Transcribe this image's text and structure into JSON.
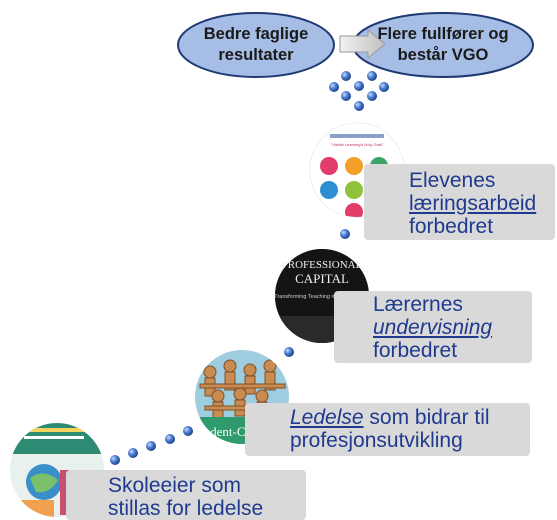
{
  "outcomes": {
    "left": "Bedre faglige resultater",
    "right": "Flere fullfører og består VGO"
  },
  "steps": [
    {
      "id": "step-1",
      "line1": "Skoleeier som",
      "line2": "stillas for ledelse"
    },
    {
      "id": "step-2",
      "line1_em": "Ledelse",
      "line1_rest": " som bidrar til",
      "line2": "profesjonsutvikling"
    },
    {
      "id": "step-3",
      "line1": "Lærernes",
      "line2_em": "undervisning",
      "line3": "forbedret"
    },
    {
      "id": "step-4",
      "line1": "Elevenes",
      "line2_ul": "læringsarbeid",
      "line3": "forbedret"
    }
  ],
  "images": {
    "capital_book_title_line1": "PROFESSIONAL",
    "capital_book_title_line2": "CAPITAL",
    "capital_book_subtitle": "Transforming Teaching in Every School",
    "student_centered_text": "tudent-Cente",
    "learning_book_title": "\"Visible Learning's Holy Grail\""
  },
  "colors": {
    "ellipse_fill": "#a6bde6",
    "ellipse_stroke": "#1f3a73",
    "text_blue": "#1f3a8f",
    "box_gray": "#d9d9d9",
    "dot_blue": "#2e5aa8"
  }
}
